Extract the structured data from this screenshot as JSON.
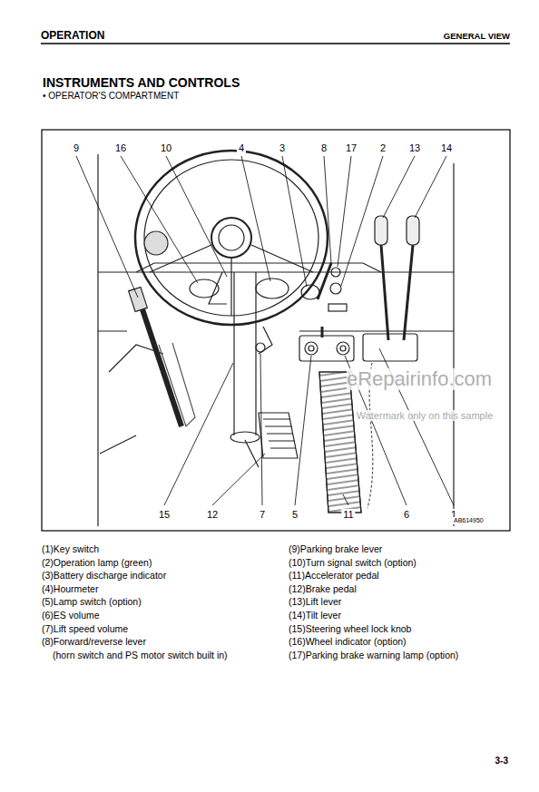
{
  "diagram": {
    "title": "INSTRUMENTS AND CONTROLS",
    "labels": [
      "OPERATION",
      "GENERAL VIEW",
      "• OPERATOR'S COMPARTMENT",
      "9",
      "16",
      "10",
      "4",
      "3",
      "8",
      "17",
      "2",
      "13",
      "14",
      "15",
      "12",
      "7",
      "5",
      "11",
      "6",
      "1",
      "AB614950",
      "eRepairinfo.com",
      "Watermark only on this sample",
      "(1)Key switch",
      "(2)Operation lamp (green)",
      "(3)Battery discharge indicator",
      "(4)Hourmeter",
      "(5)Lamp switch (option)",
      "(6)ES volume",
      "(7)Lift speed volume",
      "(8)Forward/reverse lever",
      "(horn switch and PS motor switch built in)",
      "(9)Parking brake lever",
      "(10)Turn signal switch (option)",
      "(11)Accelerator pedal",
      "(12)Brake pedal",
      "(13)Lift lever",
      "(14)Tilt lever",
      "(15)Steering wheel lock knob",
      "(16)Wheel indicator (option)",
      "(17)Parking brake warning lamp (option)",
      "3-3"
    ]
  }
}
